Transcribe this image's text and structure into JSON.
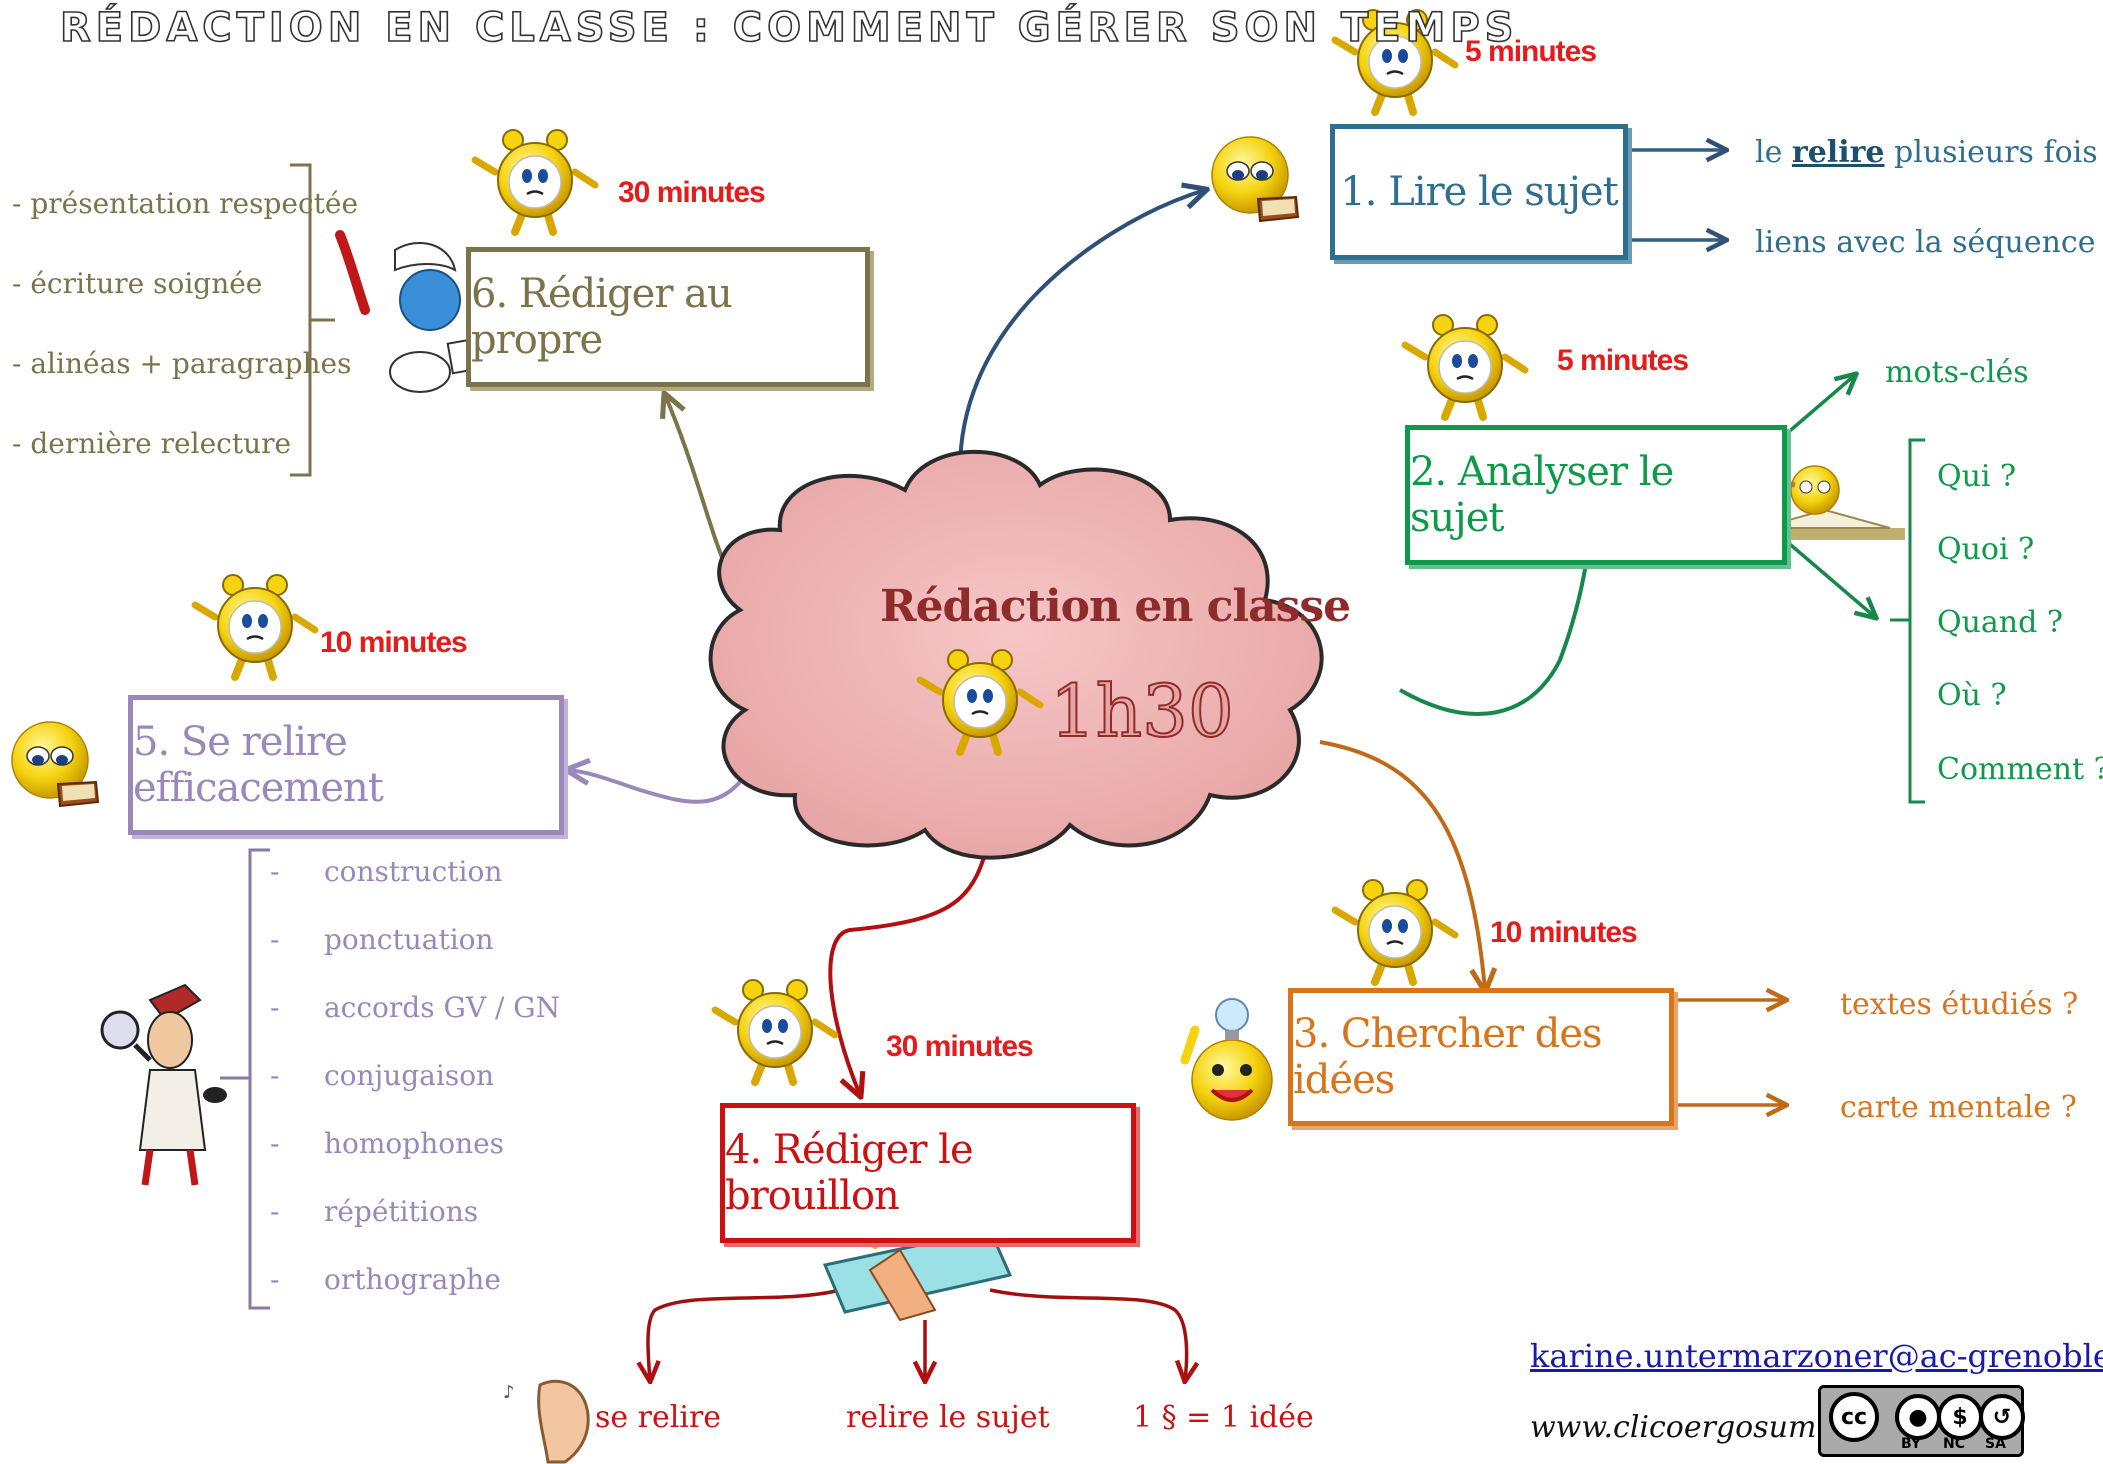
{
  "title": "RÉDACTION EN CLASSE : COMMENT GÉRER SON TEMPS",
  "center": {
    "title": "Rédaction en classe",
    "duration": "1h30"
  },
  "steps": {
    "s1": {
      "label": "1. Lire le sujet",
      "duration": "5 minutes",
      "color": "#2e6e8e",
      "items": [
        "le",
        "relire",
        "plusieurs fois",
        "liens avec la séquence ?"
      ]
    },
    "s2": {
      "label": "2. Analyser le sujet",
      "duration": "5 minutes",
      "color": "#0e9a4a",
      "keywords": "mots-clés",
      "questions": [
        "Qui ?",
        "Quoi ?",
        "Quand ?",
        "Où ?",
        "Comment ?"
      ]
    },
    "s3": {
      "label": "3. Chercher des idées",
      "duration": "10 minutes",
      "color": "#d8741a",
      "items": [
        "textes étudiés ?",
        "carte mentale ?"
      ]
    },
    "s4": {
      "label": "4. Rédiger le brouillon",
      "duration": "30 minutes",
      "color": "#cc1111",
      "items": [
        "se relire",
        "relire le sujet",
        "1 § = 1 idée"
      ]
    },
    "s5": {
      "label": "5. Se relire efficacement",
      "duration": "10 minutes",
      "color": "#9a88bb",
      "items": [
        "construction",
        "ponctuation",
        "accords GV / GN",
        "conjugaison",
        "homophones",
        "répétitions",
        "orthographe"
      ]
    },
    "s6": {
      "label": "6. Rédiger au propre",
      "duration": "30 minutes",
      "color": "#7c734a",
      "items": [
        "- présentation respectée",
        "- écriture soignée",
        "- alinéas + paragraphes",
        "- dernière relecture"
      ]
    }
  },
  "footer": {
    "email": "karine.untermarzoner@ac-grenoble.fr",
    "website": "www.clicoergosum.fr",
    "license": [
      "cc",
      "BY",
      "NC",
      "SA"
    ]
  }
}
